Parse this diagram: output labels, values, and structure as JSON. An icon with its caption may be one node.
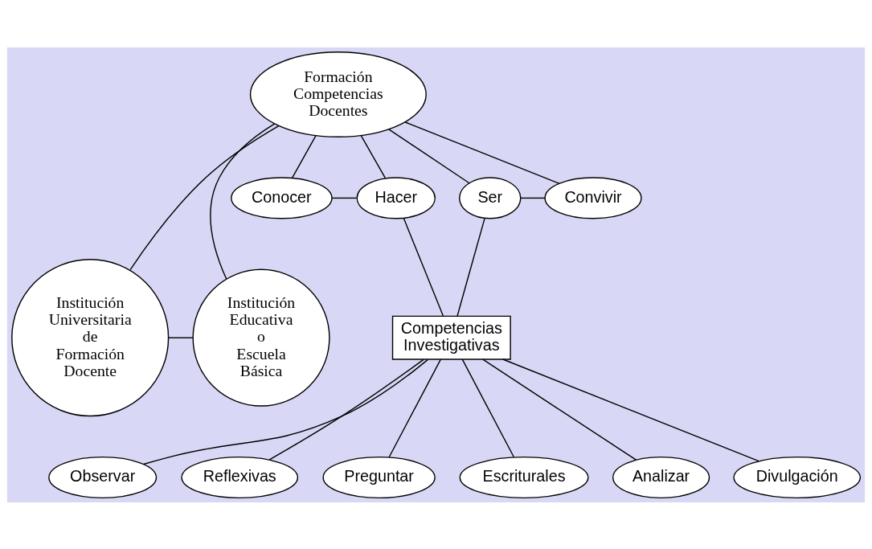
{
  "diagram": {
    "nodes": [
      {
        "text": [
          "Formación Competencias Docentes"
        ]
      },
      {
        "text": [
          "Institución Universitaria de Formación Docente"
        ]
      },
      {
        "text": [
          "Institución Educativa o Escuela Básica"
        ]
      },
      {
        "text": [
          "Conocer"
        ]
      },
      {
        "text": [
          "Hacer"
        ]
      },
      {
        "text": [
          "Ser"
        ]
      },
      {
        "text": [
          "Convivir"
        ]
      },
      {
        "text": [
          "Competencias Investigativas"
        ]
      },
      {
        "text": [
          "Observar"
        ]
      },
      {
        "text": [
          "Reflexivas"
        ]
      },
      {
        "text": [
          "Preguntar"
        ]
      },
      {
        "text": [
          "Escriturales"
        ]
      },
      {
        "text": [
          "Analizar"
        ]
      },
      {
        "text": [
          "Divulgación"
        ]
      }
    ],
    "edges": [
      {
        "from": 0,
        "to": 1,
        "arrow": "none"
      },
      {
        "from": 0,
        "to": 2,
        "arrow": "none"
      },
      {
        "from": 1,
        "to": 2,
        "arrow": "none"
      },
      {
        "from": 0,
        "to": 3,
        "arrow": "none"
      },
      {
        "from": 0,
        "to": 4,
        "arrow": "none"
      },
      {
        "from": 0,
        "to": 5,
        "arrow": "none"
      },
      {
        "from": 0,
        "to": 6,
        "arrow": "none"
      },
      {
        "from": 3,
        "to": 4,
        "arrow": "none"
      },
      {
        "from": 4,
        "to": 7,
        "arrow": "none"
      },
      {
        "from": 5,
        "to": 7,
        "arrow": "none"
      },
      {
        "from": 5,
        "to": 6,
        "arrow": "none"
      },
      {
        "from": 7,
        "to": 8,
        "arrow": "none"
      },
      {
        "from": 7,
        "to": 9,
        "arrow": "none"
      },
      {
        "from": 7,
        "to": 10,
        "arrow": "none"
      },
      {
        "from": 7,
        "to": 11,
        "arrow": "none"
      },
      {
        "from": 7,
        "to": 12,
        "arrow": "none"
      },
      {
        "from": 7,
        "to": 13,
        "arrow": "none"
      }
    ]
  }
}
